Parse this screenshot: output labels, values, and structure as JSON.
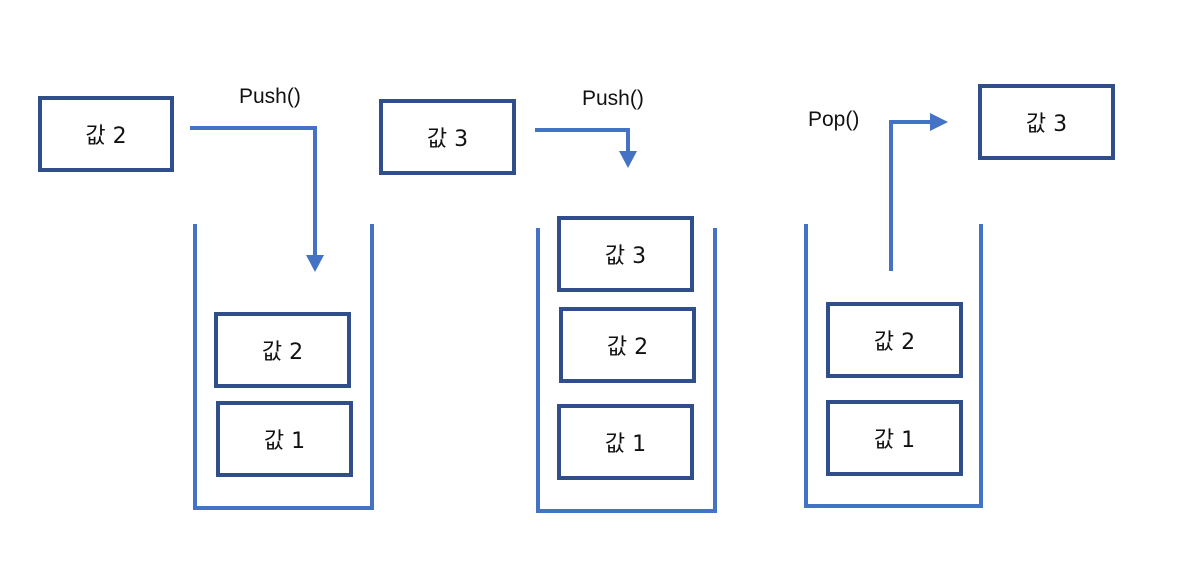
{
  "colors": {
    "box_border": "#2f4e8a",
    "container": "#4472c4",
    "arrow": "#4472c4"
  },
  "step1": {
    "incoming": "값 2",
    "op_label": "Push()",
    "stack": [
      "값 2",
      "값 1"
    ]
  },
  "step2": {
    "incoming": "값 3",
    "op_label": "Push()",
    "stack": [
      "값 3",
      "값 2",
      "값 1"
    ]
  },
  "step3": {
    "outgoing": "값 3",
    "op_label": "Pop()",
    "stack": [
      "값 2",
      "값 1"
    ]
  }
}
